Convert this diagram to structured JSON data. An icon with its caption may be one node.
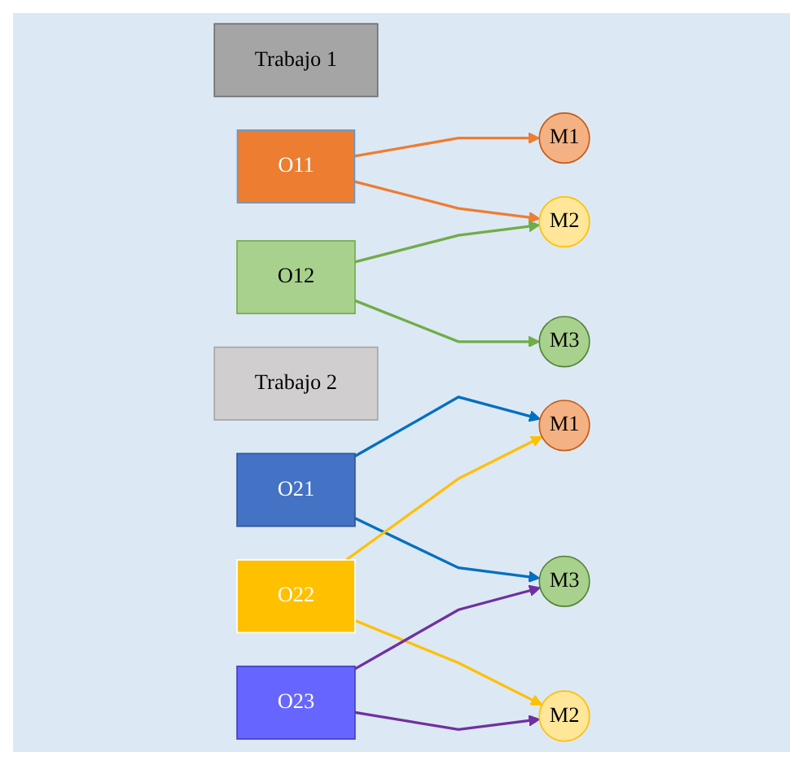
{
  "diagram": {
    "nodes": [
      {
        "text": [
          "Trabajo 1"
        ]
      },
      {
        "text": [
          "O11"
        ]
      },
      {
        "text": [
          "O12"
        ]
      },
      {
        "text": [
          "M1"
        ]
      },
      {
        "text": [
          "M2"
        ]
      },
      {
        "text": [
          "M3"
        ]
      },
      {
        "text": [
          "Trabajo 2"
        ]
      },
      {
        "text": [
          "O21"
        ]
      },
      {
        "text": [
          "O22"
        ]
      },
      {
        "text": [
          "O23"
        ]
      },
      {
        "text": [
          "M1"
        ]
      },
      {
        "text": [
          "M2"
        ]
      },
      {
        "text": [
          "M3"
        ]
      }
    ],
    "edges": [
      {
        "from": 1,
        "to": 3,
        "arrow": "to",
        "color": "#ed7d31"
      },
      {
        "from": 1,
        "to": 4,
        "arrow": "to",
        "color": "#ed7d31"
      },
      {
        "from": 2,
        "to": 4,
        "arrow": "to",
        "color": "#70ad47"
      },
      {
        "from": 2,
        "to": 5,
        "arrow": "to",
        "color": "#70ad47"
      },
      {
        "from": 7,
        "to": 10,
        "arrow": "to",
        "color": "#0070c0"
      },
      {
        "from": 7,
        "to": 12,
        "arrow": "to",
        "color": "#0070c0"
      },
      {
        "from": 8,
        "to": 10,
        "arrow": "to",
        "color": "#ffc000"
      },
      {
        "from": 8,
        "to": 11,
        "arrow": "to",
        "color": "#ffc000"
      },
      {
        "from": 9,
        "to": 11,
        "arrow": "to",
        "color": "#7030a0"
      },
      {
        "from": 9,
        "to": 12,
        "arrow": "to",
        "color": "#7030a0"
      }
    ]
  }
}
